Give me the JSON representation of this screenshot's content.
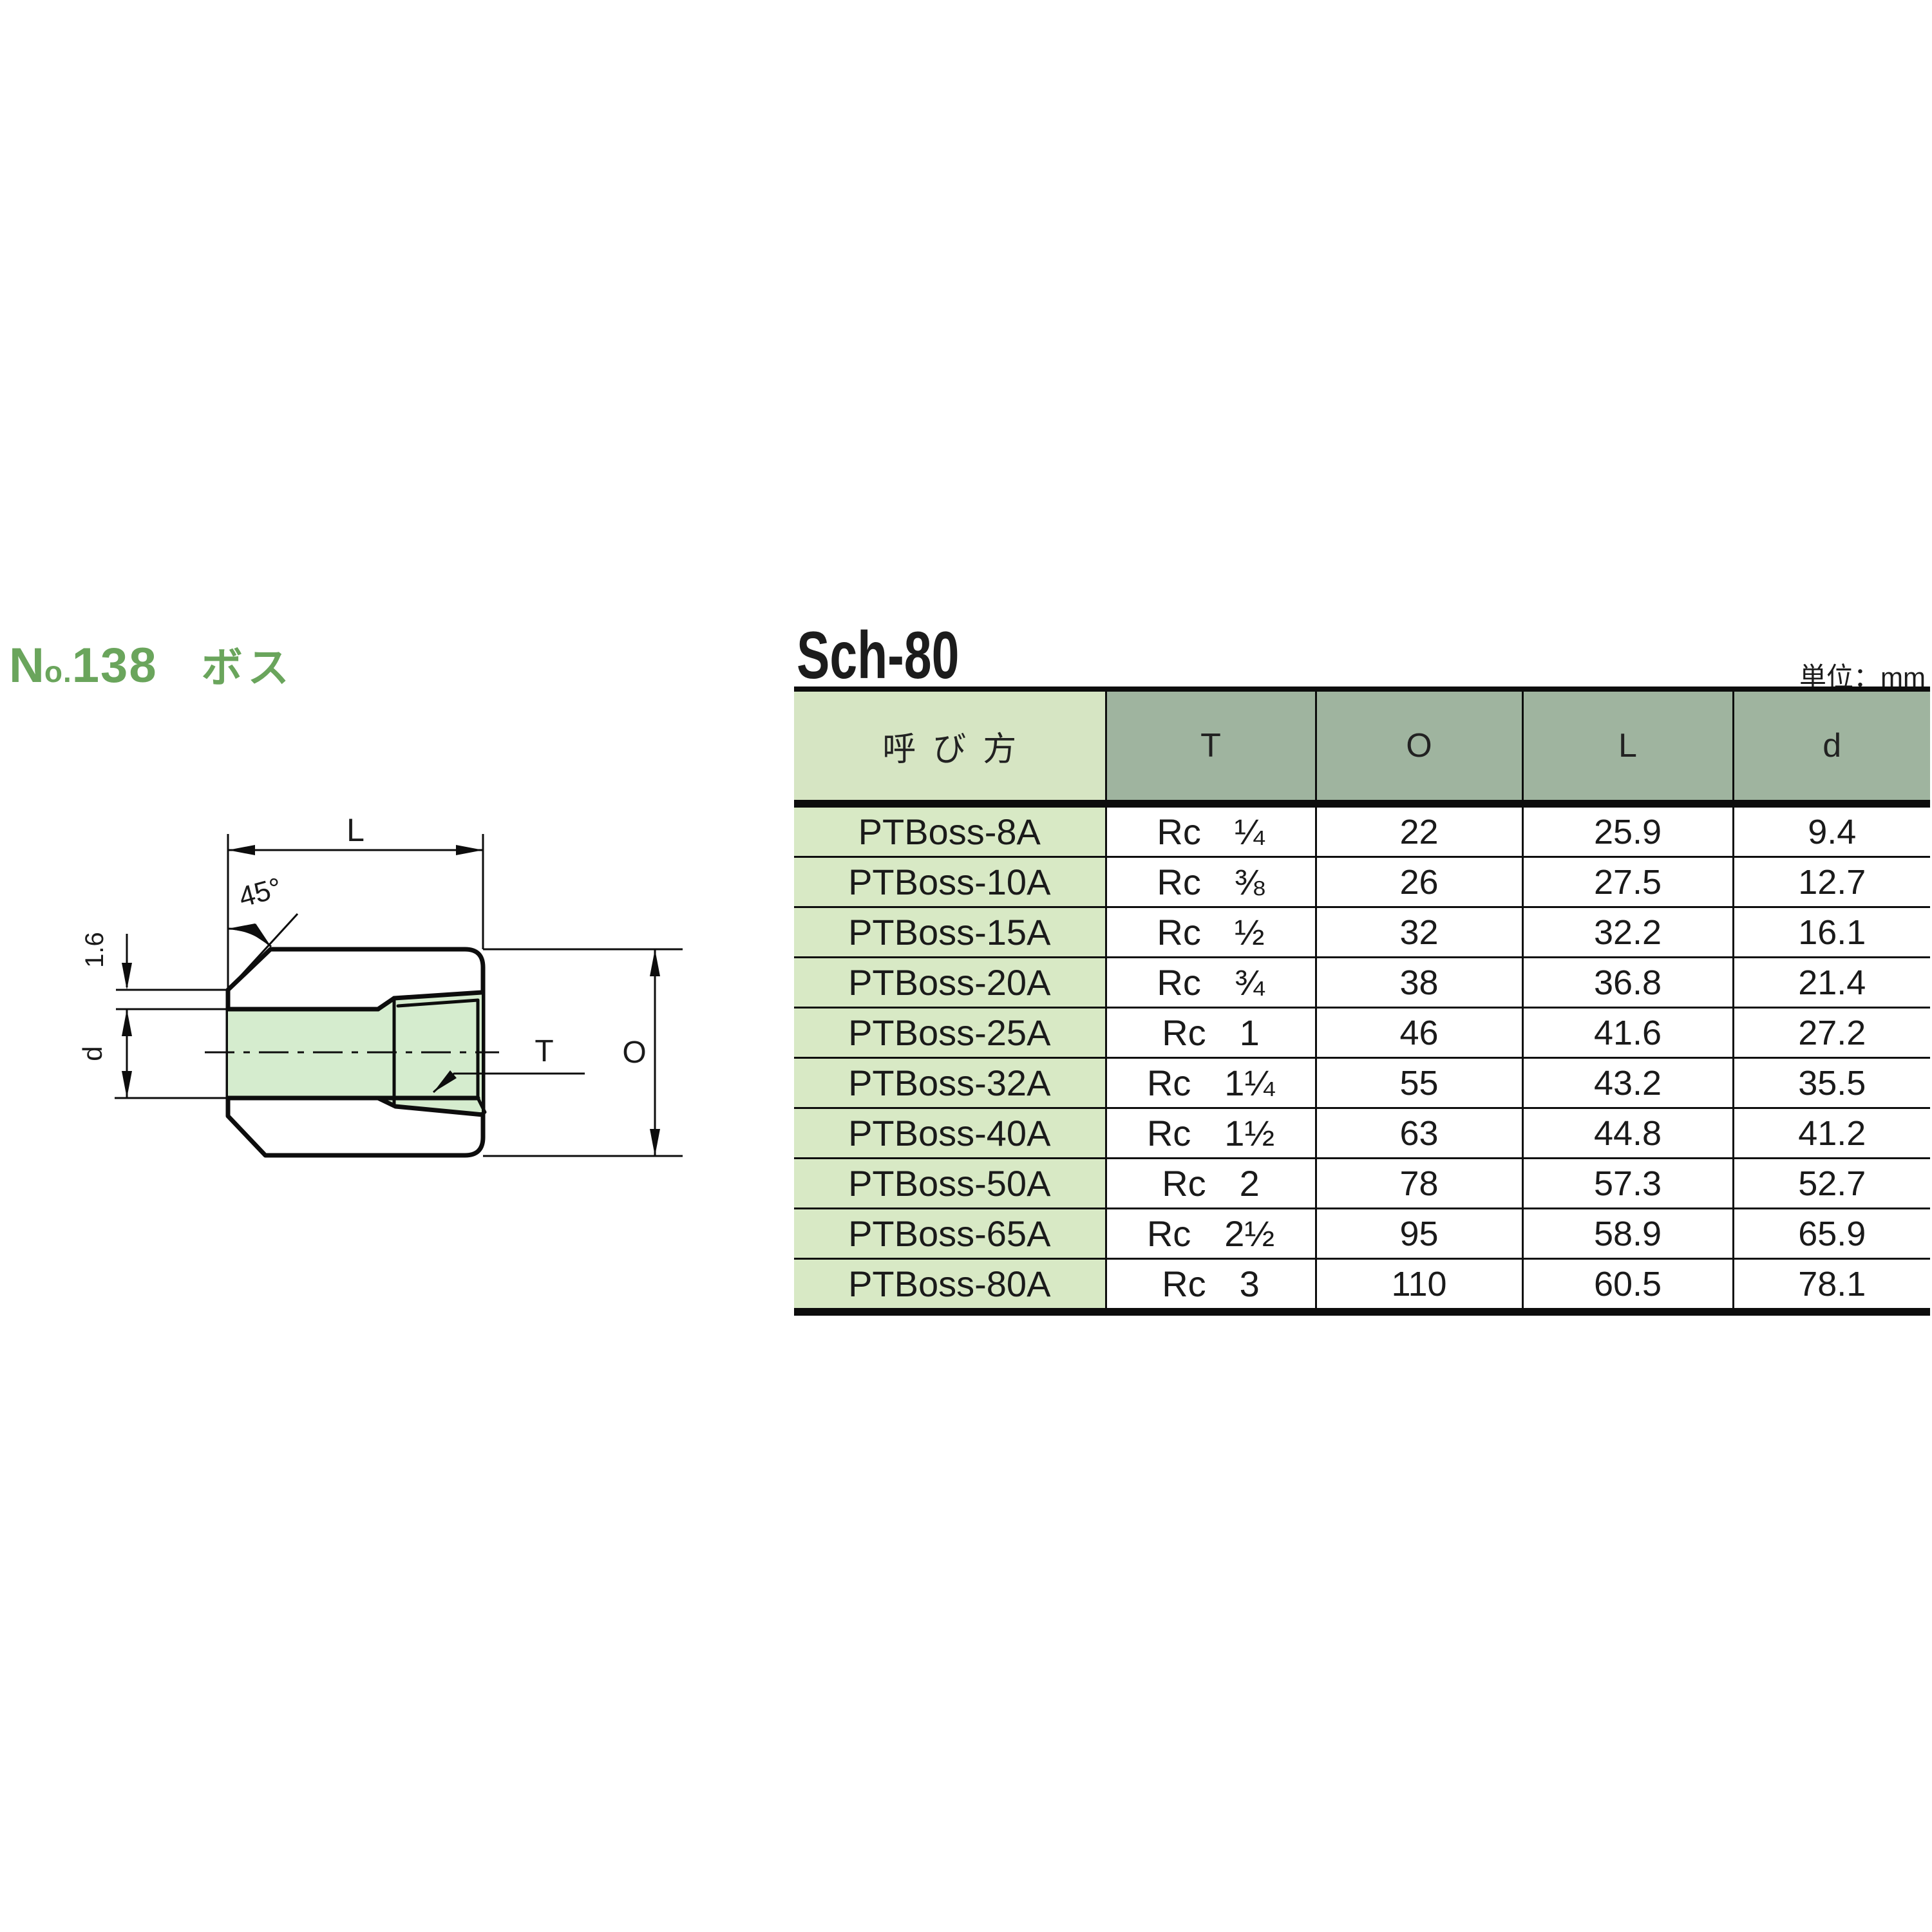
{
  "page": {
    "catalog_no_prefix": "N",
    "catalog_no_small": "o.",
    "catalog_no_number": "138",
    "catalog_title": "ボス",
    "table_title": "Sch-80",
    "unit_label": "単位：mm"
  },
  "drawing": {
    "dim_length": "L",
    "dim_angle": "45°",
    "dim_land": "1.6",
    "dim_bore": "d",
    "dim_thread": "T",
    "dim_od": "O"
  },
  "table": {
    "headers": [
      "呼び方",
      "T",
      "O",
      "L",
      "d"
    ],
    "rows": [
      {
        "name": "PTBoss-8A",
        "t_rc": "Rc",
        "t_size": "¼",
        "o": "22",
        "l": "25.9",
        "d": "9.4"
      },
      {
        "name": "PTBoss-10A",
        "t_rc": "Rc",
        "t_size": "⅜",
        "o": "26",
        "l": "27.5",
        "d": "12.7"
      },
      {
        "name": "PTBoss-15A",
        "t_rc": "Rc",
        "t_size": "½",
        "o": "32",
        "l": "32.2",
        "d": "16.1"
      },
      {
        "name": "PTBoss-20A",
        "t_rc": "Rc",
        "t_size": "¾",
        "o": "38",
        "l": "36.8",
        "d": "21.4"
      },
      {
        "name": "PTBoss-25A",
        "t_rc": "Rc",
        "t_size": "1",
        "o": "46",
        "l": "41.6",
        "d": "27.2"
      },
      {
        "name": "PTBoss-32A",
        "t_rc": "Rc",
        "t_size": "1¼",
        "o": "55",
        "l": "43.2",
        "d": "35.5"
      },
      {
        "name": "PTBoss-40A",
        "t_rc": "Rc",
        "t_size": "1½",
        "o": "63",
        "l": "44.8",
        "d": "41.2"
      },
      {
        "name": "PTBoss-50A",
        "t_rc": "Rc",
        "t_size": "2",
        "o": "78",
        "l": "57.3",
        "d": "52.7"
      },
      {
        "name": "PTBoss-65A",
        "t_rc": "Rc",
        "t_size": "2½",
        "o": "95",
        "l": "58.9",
        "d": "65.9"
      },
      {
        "name": "PTBoss-80A",
        "t_rc": "Rc",
        "t_size": "3",
        "o": "110",
        "l": "60.5",
        "d": "78.1"
      }
    ]
  },
  "colors": {
    "title_green": "#6aa55c",
    "header_label_bg": "#d6e5c3",
    "header_dim_bg": "#9fb49f",
    "row_label_bg": "#d8e9c5",
    "body_green": "#9bce94",
    "bore_green": "#d5ecce",
    "line_color": "#0d0d0d"
  }
}
